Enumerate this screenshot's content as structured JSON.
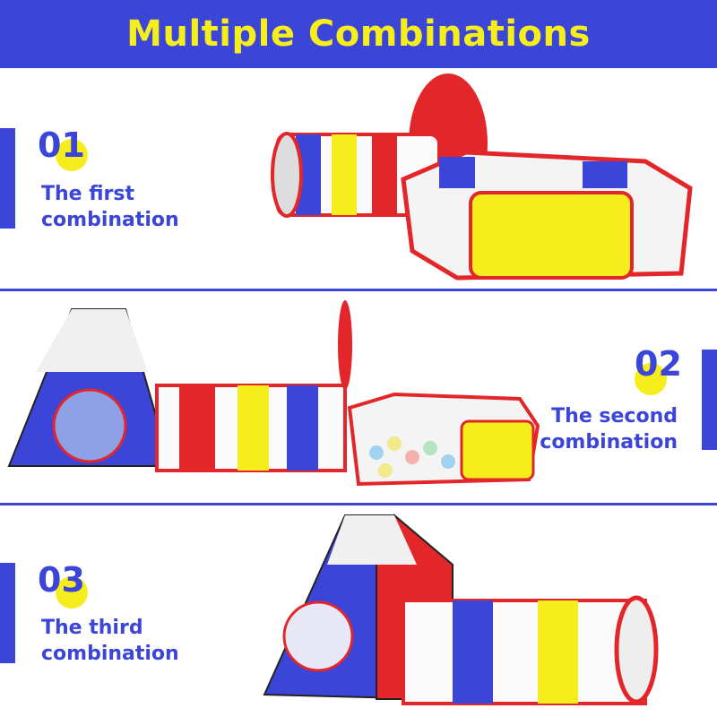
{
  "header": {
    "title": "Multiple Combinations"
  },
  "sections": [
    {
      "number": "01",
      "line1": "The first",
      "line2": "combination"
    },
    {
      "number": "02",
      "line1": "The second",
      "line2": "combination"
    },
    {
      "number": "03",
      "line1": "The third",
      "line2": "combination"
    }
  ],
  "colors": {
    "blue": "#3b45d8",
    "yellow": "#f6ee1c",
    "red": "#e3262a"
  }
}
